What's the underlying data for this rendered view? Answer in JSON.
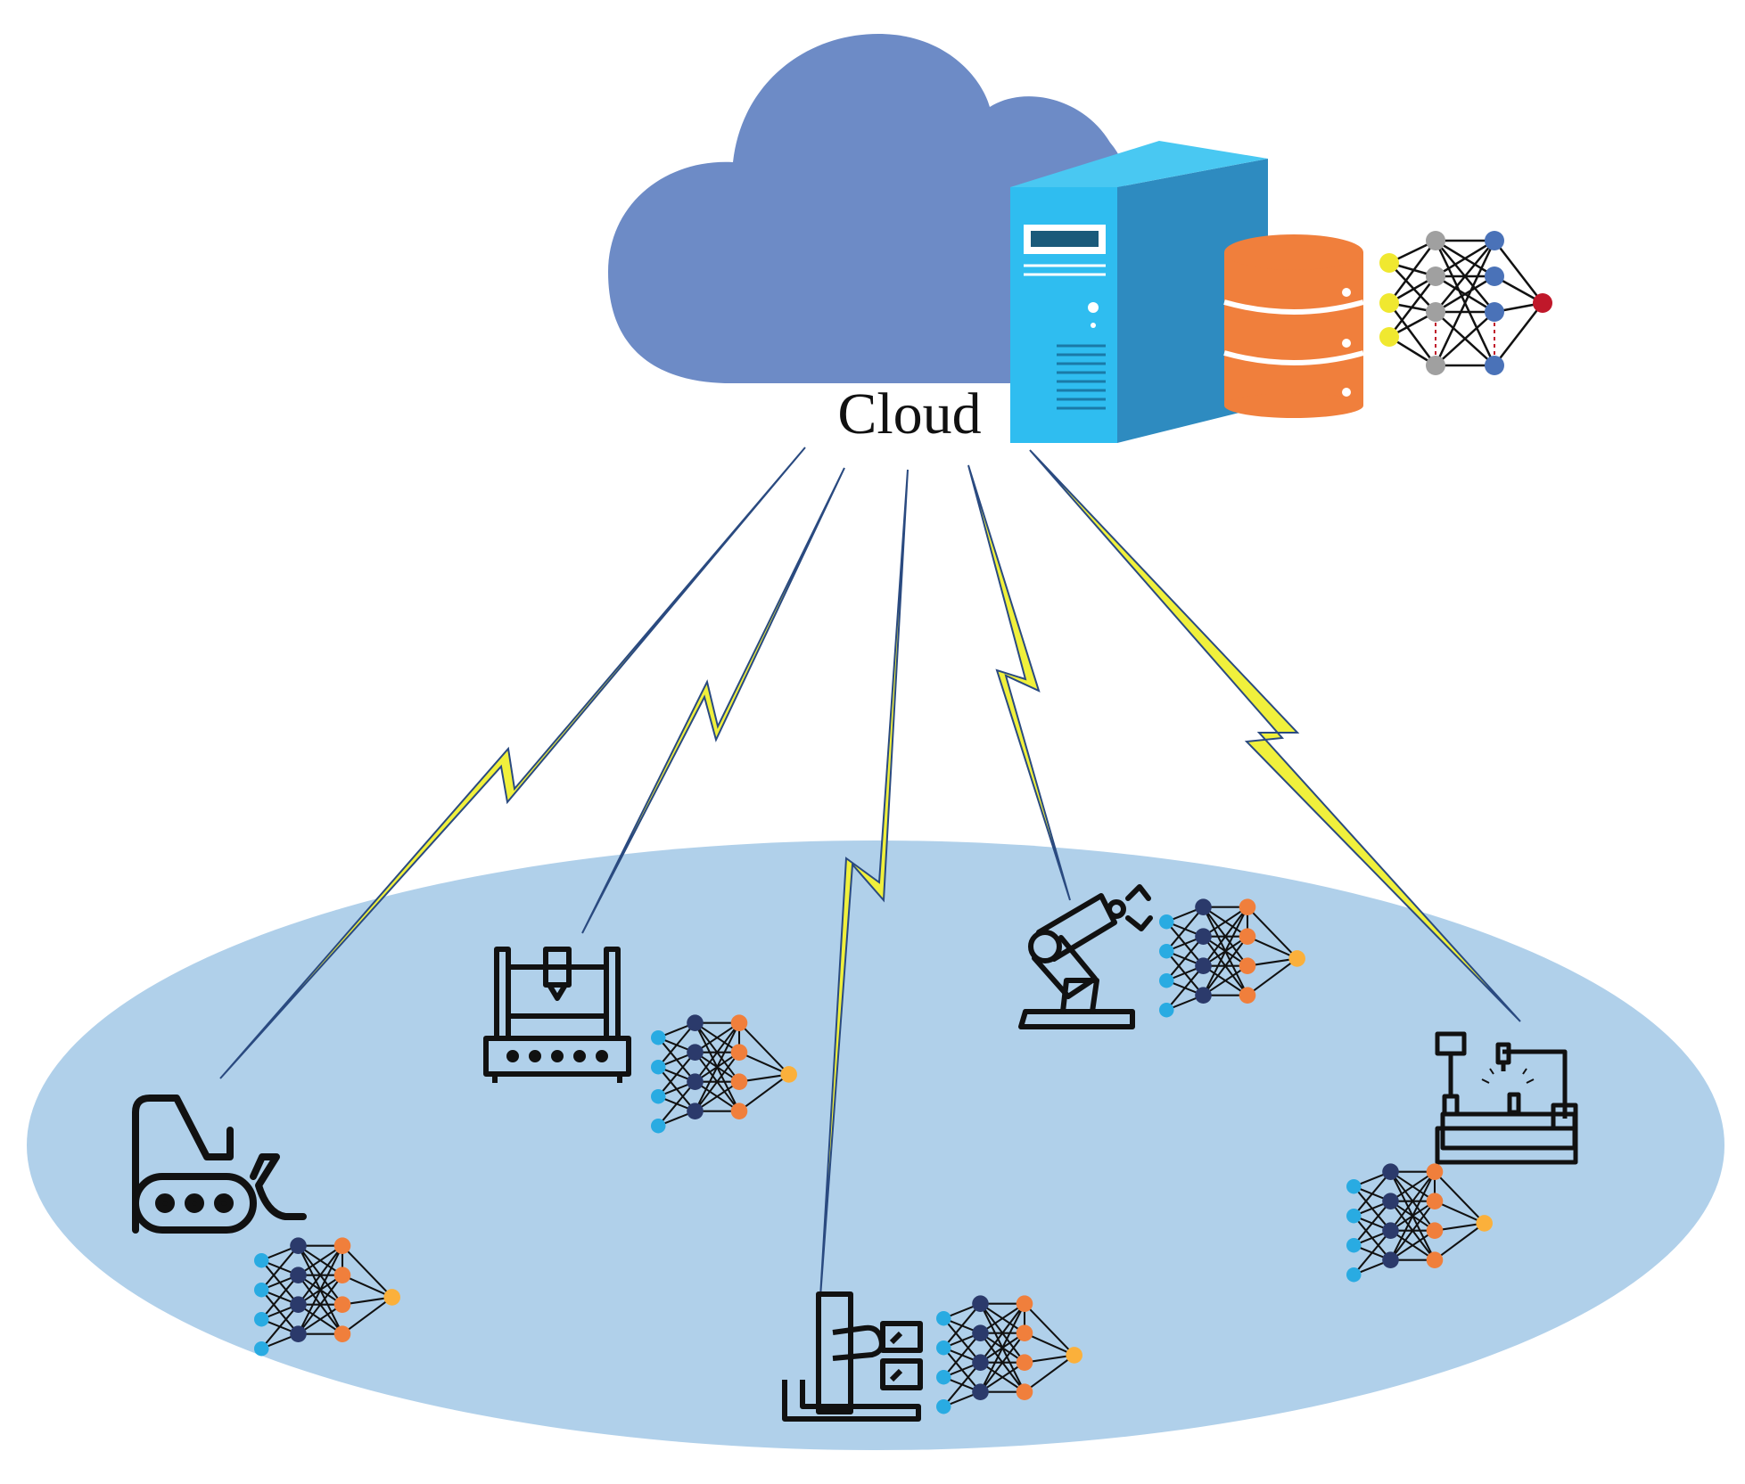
{
  "cloud": {
    "label": "Cloud",
    "cloud_color": "#6d8bc6",
    "server_front_color": "#2fbdf0",
    "server_side_color": "#2e8bc0",
    "database_color": "#f07f3c"
  },
  "edge_area": {
    "color": "#b0d0ea"
  },
  "links": {
    "bolt_color": "#f0f03c",
    "edge_color": "#2a4a80"
  },
  "cloud_model": {
    "icon": "neural-network-icon",
    "input_color": "#f0e830",
    "hidden1_color": "#a0a0a0",
    "hidden2_color": "#4a72b8",
    "output_color": "#c0182a"
  },
  "edge_model": {
    "icon": "neural-network-icon",
    "input_color": "#29abe2",
    "hidden_color": "#2b3a6b",
    "hidden2_color": "#f07f3c",
    "output_color": "#fbb03b"
  },
  "devices": [
    {
      "name": "bulldozer",
      "icon": "bulldozer-icon"
    },
    {
      "name": "cnc-machine",
      "icon": "cnc-machine-icon"
    },
    {
      "name": "microscope-station",
      "icon": "inspection-station-icon"
    },
    {
      "name": "robot-arm",
      "icon": "robot-arm-icon"
    },
    {
      "name": "laser-cutter",
      "icon": "laser-cutter-icon"
    }
  ]
}
